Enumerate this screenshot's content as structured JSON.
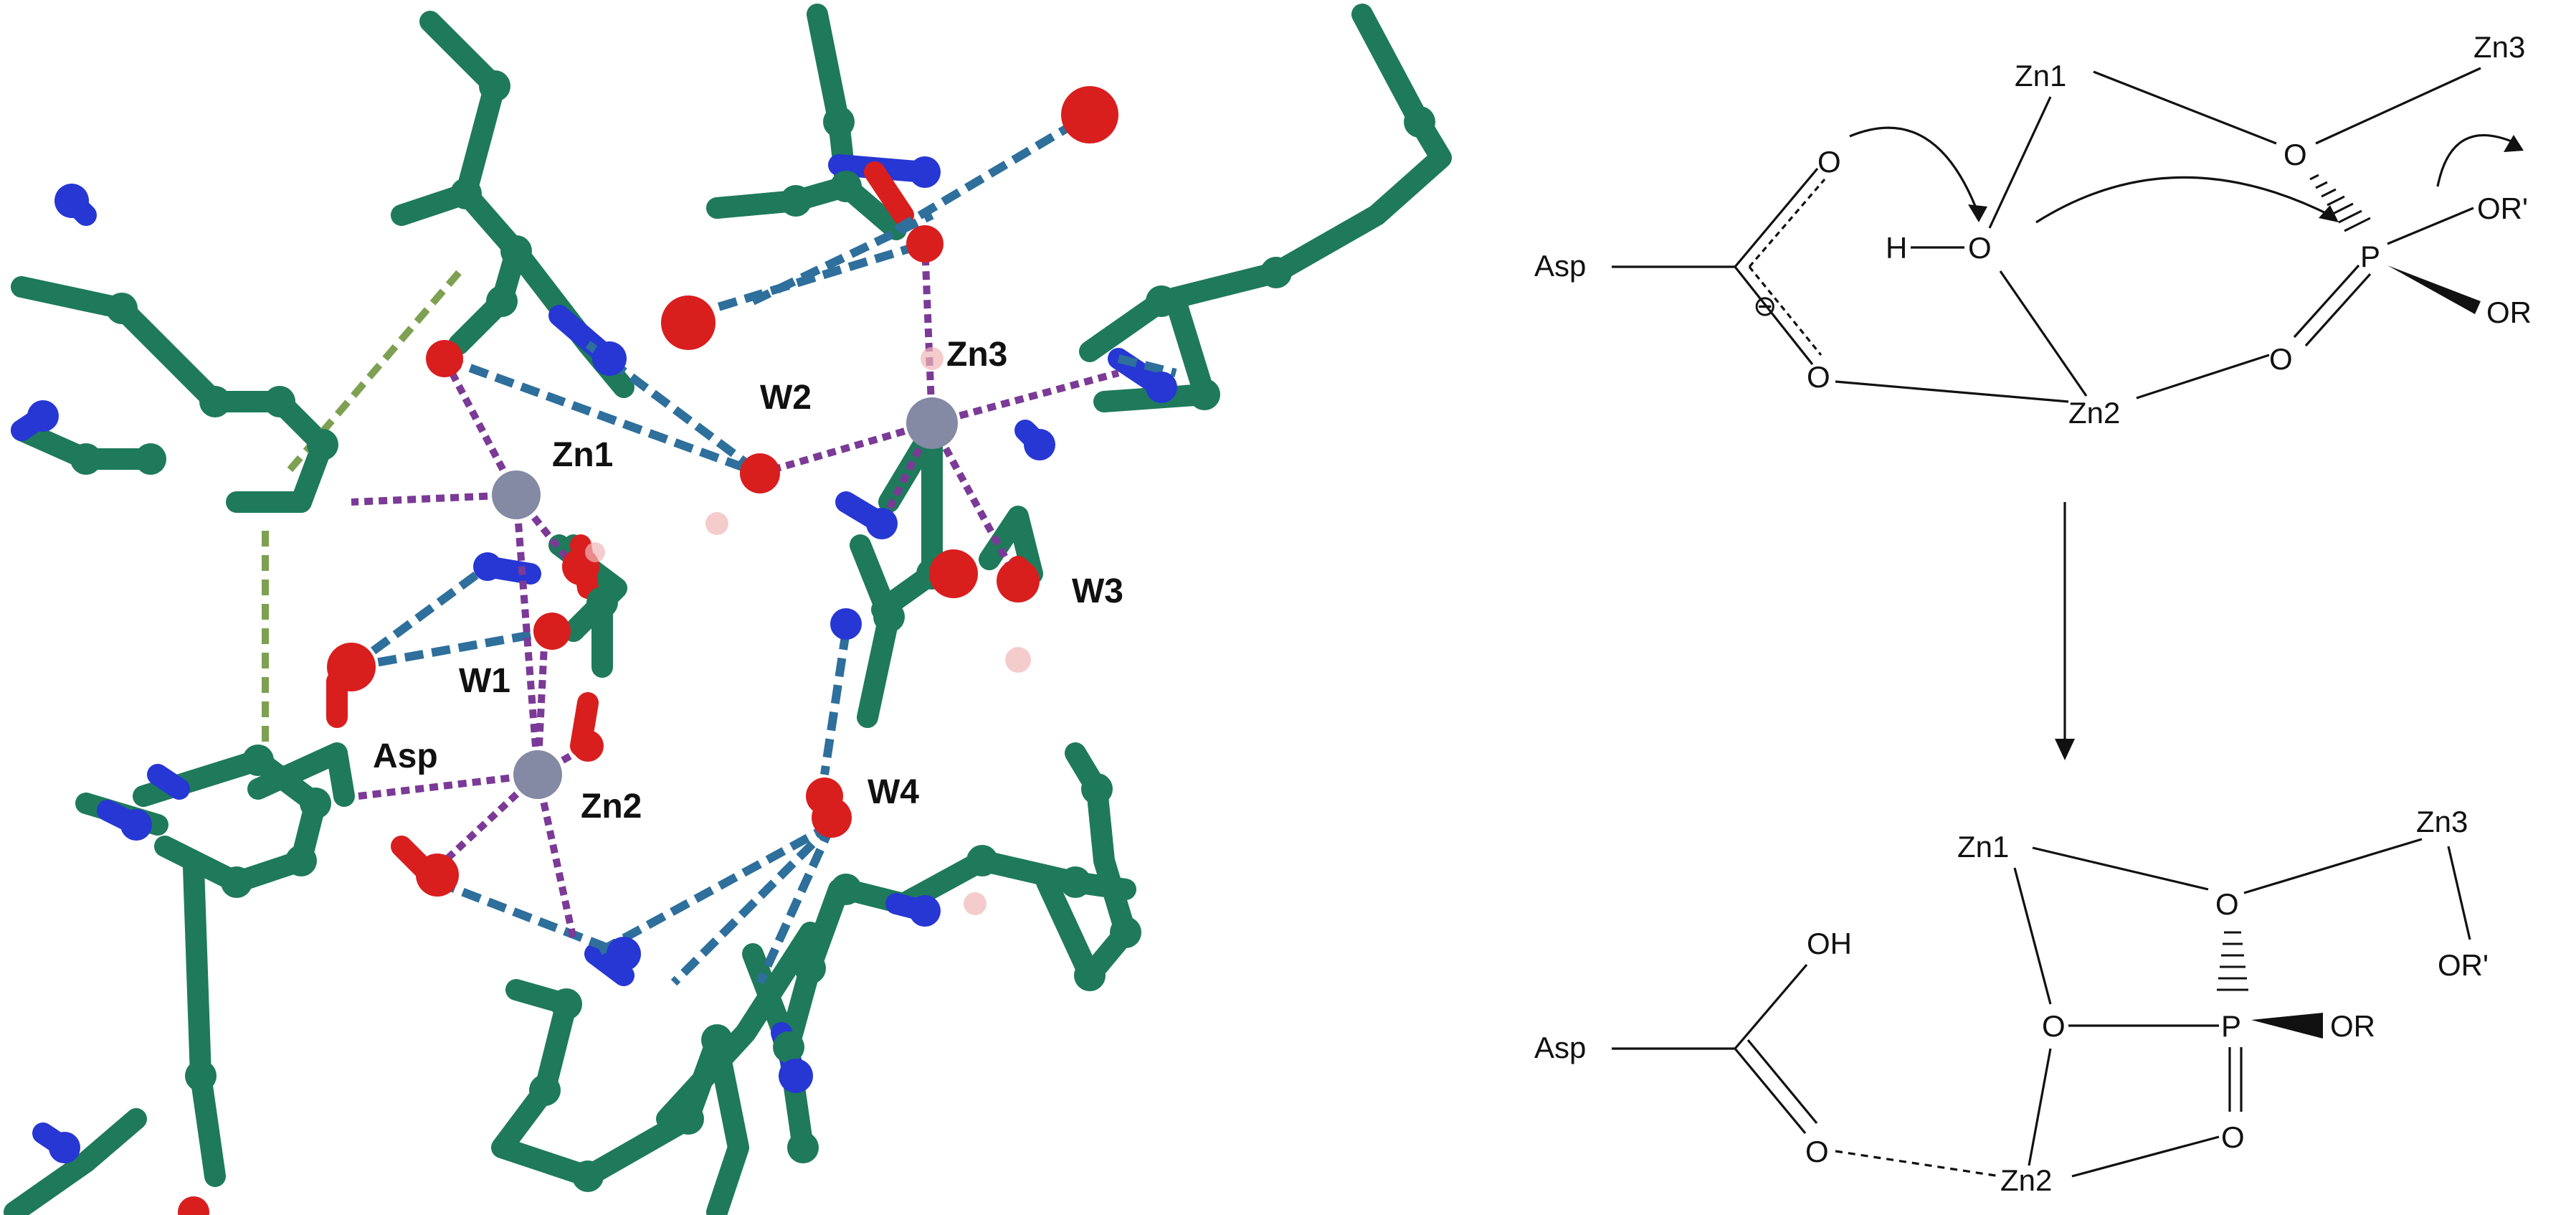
{
  "left_panel": {
    "labels": {
      "zn1": "Zn1",
      "zn2": "Zn2",
      "zn3": "Zn3",
      "w1": "W1",
      "w2": "W2",
      "w3": "W3",
      "w4": "W4",
      "asp": "Asp"
    },
    "colors": {
      "carbon": "#1e7a5a",
      "nitrogen": "#2637d4",
      "oxygen": "#d91e1e",
      "zinc": "#8489a4",
      "coordination": "#7b3a96",
      "hbond": "#2e6f9c",
      "vdw": "#7ea052"
    }
  },
  "top_scheme": {
    "asp": "Asp",
    "o_upper": "O",
    "o_lower": "O",
    "charge": "⊖",
    "h": "H",
    "o_hydroxide": "O",
    "zn1": "Zn1",
    "zn2": "Zn2",
    "zn3": "Zn3",
    "o_bridge": "O",
    "p": "P",
    "o_phosphoryl": "O",
    "or_prime": "OR'",
    "or": "OR"
  },
  "bottom_scheme": {
    "asp": "Asp",
    "oh": "OH",
    "o_carbonyl": "O",
    "zn1": "Zn1",
    "zn2": "Zn2",
    "zn3": "Zn3",
    "o_bridge_zn1": "O",
    "o_bridge_zn3": "O",
    "p": "P",
    "o_phosphoryl": "O",
    "or": "OR",
    "or_prime": "OR'"
  }
}
